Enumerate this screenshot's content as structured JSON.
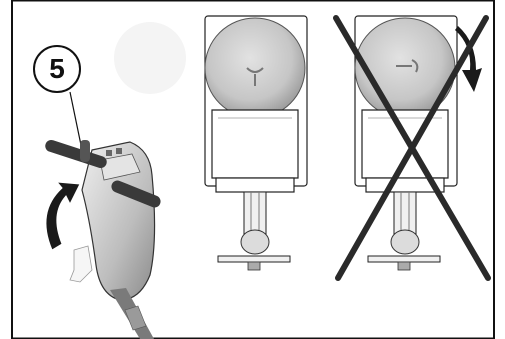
{
  "step": {
    "number": "5"
  },
  "panels": [
    {
      "name": "correct-orientation",
      "status": "correct"
    },
    {
      "name": "incorrect-orientation",
      "status": "incorrect"
    }
  ],
  "colors": {
    "outline": "#111111",
    "body": "#ffffff",
    "bowl": "#c9c9c9",
    "handle": "#bfbfbf",
    "cross": "#2a2a2a"
  },
  "icons": [
    "rotate-arrow-icon",
    "cross-mark-icon"
  ]
}
